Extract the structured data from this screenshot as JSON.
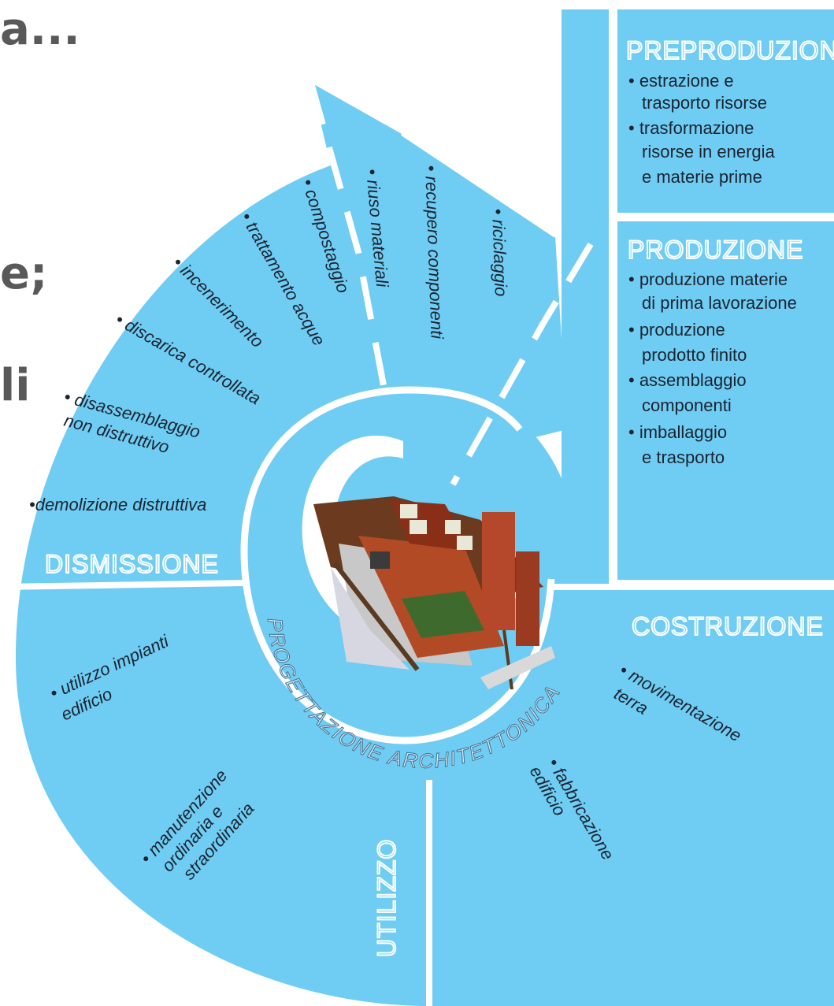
{
  "fragments": {
    "top": "a...",
    "mid": "e;",
    "low": "li"
  },
  "colors": {
    "panel": "#6fccf3",
    "stroke": "#ffffff",
    "text": "#1b2430"
  },
  "icons": {
    "house": "house-illustration"
  },
  "center_label": "PROGETTAZIONE ARCHITETTONICA",
  "stages": {
    "preproduzione": {
      "title": "PREPRODUZIONE",
      "items": [
        "• estrazione e",
        "trasporto risorse",
        "• trasformazione",
        "risorse in energia",
        "e materie prime"
      ]
    },
    "produzione": {
      "title": "PRODUZIONE",
      "items": [
        "• produzione materie",
        "di prima lavorazione",
        "• produzione",
        "prodotto finito",
        "• assemblaggio",
        "componenti",
        "• imballaggio",
        "e trasporto"
      ]
    },
    "costruzione": {
      "title": "COSTRUZIONE",
      "items": [
        "• movimentazione",
        "terra",
        "• fabbricazione",
        "edificio"
      ]
    },
    "utilizzo": {
      "title": "UTILIZZO",
      "items": [
        "• utilizzo impianti",
        "edificio",
        "• manutenzione",
        "ordinaria e",
        "straordinaria"
      ]
    },
    "dismissione": {
      "title": "DISMISSIONE",
      "items": [
        "•demolizione distruttiva",
        "• disassemblaggio",
        "non distruttivo",
        "• discarica controllata",
        "• incenerimento",
        "• trattamento acque",
        "• compostaggio"
      ]
    },
    "recycle": {
      "items": [
        "• riuso materiali",
        "• recupero componenti",
        "• riciclaggio"
      ]
    }
  }
}
